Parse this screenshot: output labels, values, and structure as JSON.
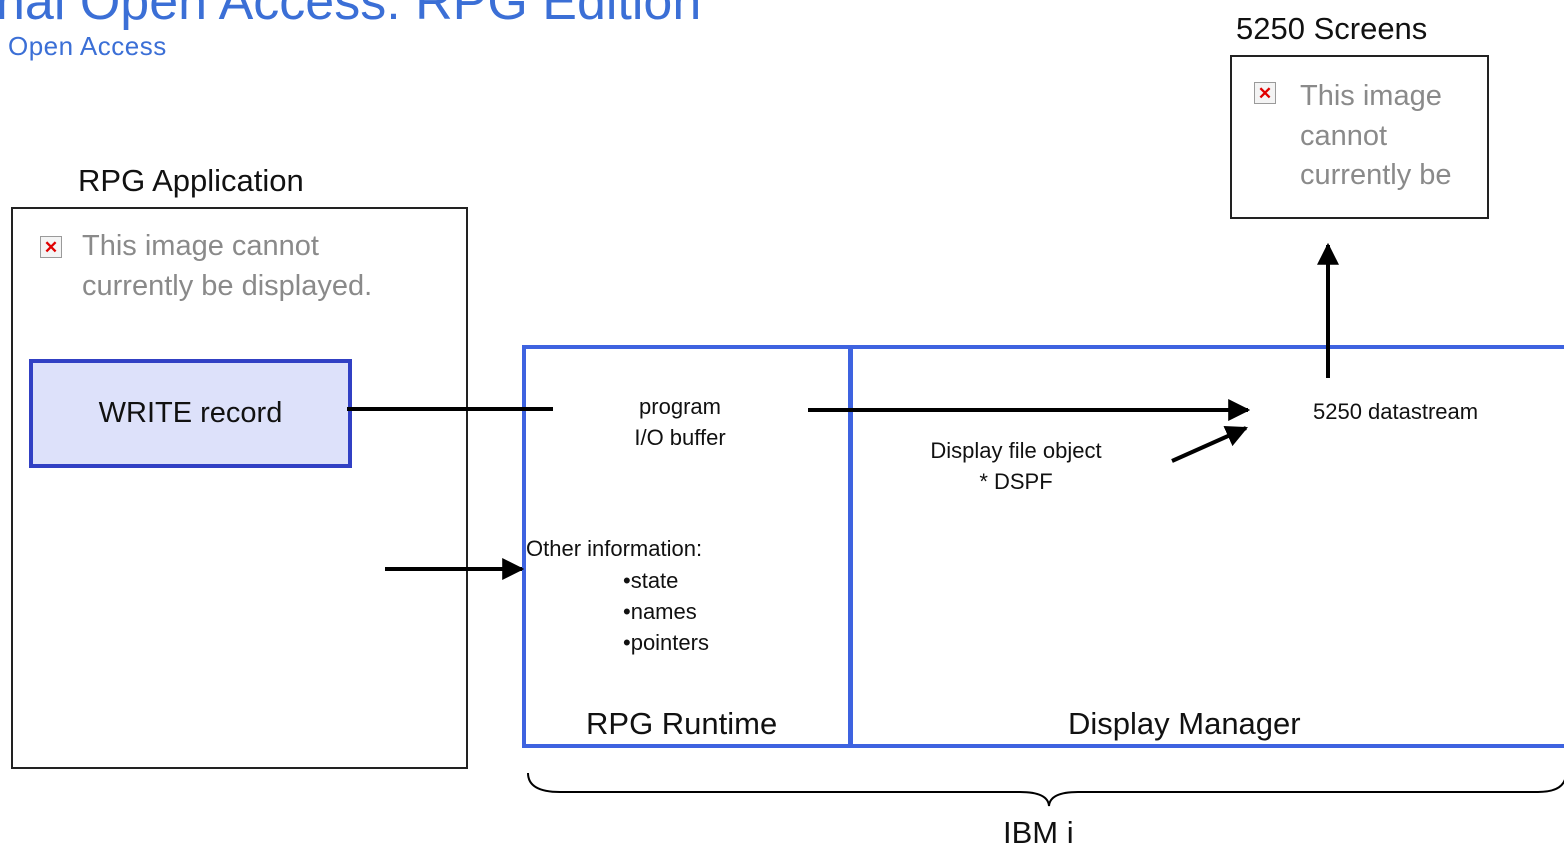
{
  "header": {
    "title": "nal Open Access: RPG Edition",
    "subtitle": "Open Access"
  },
  "rpg_application": {
    "label": "RPG Application",
    "image_placeholder": {
      "text": "This image cannot currently be displayed.",
      "icon": "broken-image-icon"
    },
    "write_record": "WRITE record"
  },
  "screens": {
    "label": "5250 Screens",
    "image_placeholder": {
      "text": "This image cannot currently be",
      "icon": "broken-image-icon"
    }
  },
  "rpg_runtime": {
    "label": "RPG Runtime",
    "io_buffer_line1": "program",
    "io_buffer_line2": "I/O buffer",
    "other_info_heading": "Other information:",
    "other_info_items": [
      "•state",
      "•names",
      "•pointers"
    ]
  },
  "display_manager": {
    "label": "Display Manager",
    "display_file_line1": "Display file object",
    "display_file_line2": "* DSPF",
    "datastream": "5250 datastream"
  },
  "platform": {
    "label": "IBM i"
  },
  "colors": {
    "accent_blue": "#3e63e0",
    "title_blue": "#3b6fd6",
    "write_fill": "#dde1fa"
  }
}
